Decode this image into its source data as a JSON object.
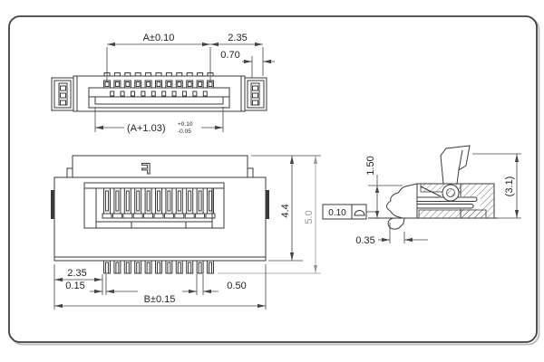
{
  "drawing": {
    "type": "connector-engineering-drawing",
    "colors": {
      "line": "#3a3a3a",
      "dimension": "#444444",
      "gray_dimension": "#999999",
      "hatch": "#555555",
      "border": "#404040",
      "shadow": "#c0c0c0",
      "background": "#ffffff"
    },
    "views": {
      "top": {
        "dims": {
          "a": "A±0.10",
          "d235": "2.35",
          "d070": "0.70",
          "a103": "(A+1.03)",
          "a103_tol_plus": "+0.10",
          "a103_tol_minus": "-0.05"
        }
      },
      "front": {
        "polarity_mark": "F",
        "dims": {
          "d44": "4.4",
          "d50": "5.0",
          "d235": "2.35",
          "d015": "0.15",
          "d050": "0.50",
          "b": "B±0.15"
        }
      },
      "side": {
        "dims": {
          "d150": "1.50",
          "d31": "(3.1)",
          "d035": "0.35",
          "fcf_value": "0.10",
          "fcf_symbol": "profile-of-surface"
        }
      }
    }
  }
}
